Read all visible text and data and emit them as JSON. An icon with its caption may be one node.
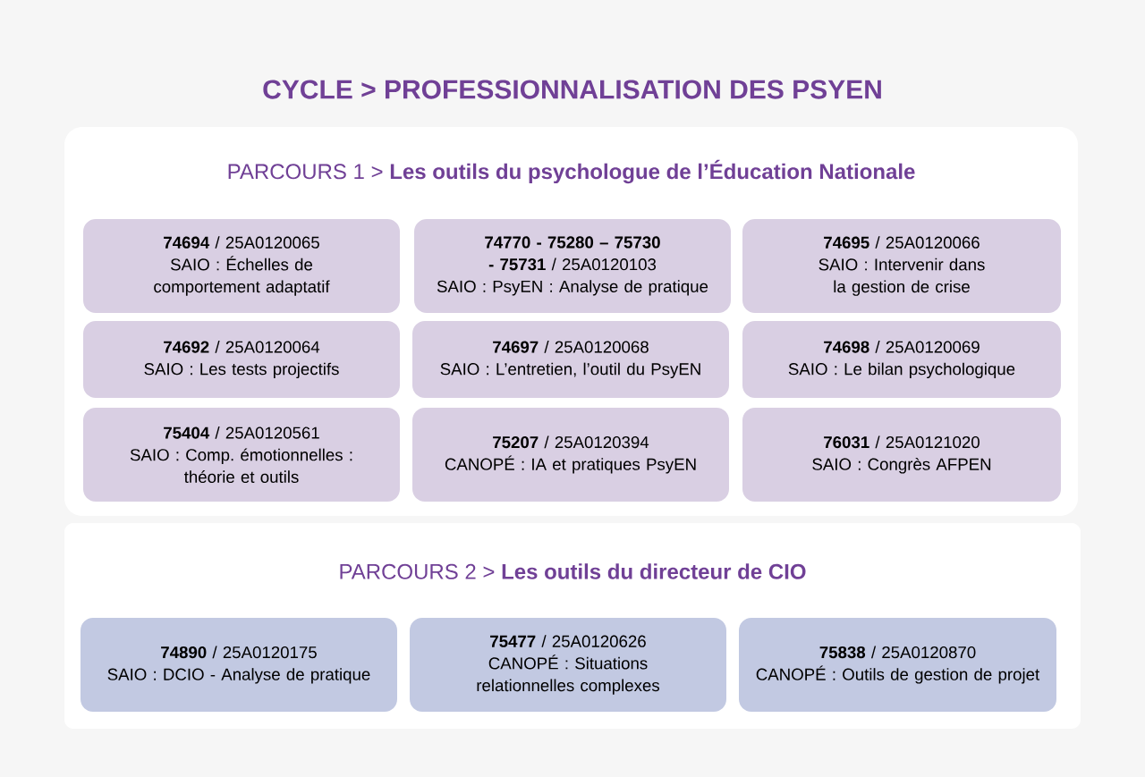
{
  "diagram": {
    "title": "**CYCLE** > **PROFESSIONNALISATION DES PSYEN**",
    "nodes": [
      {
        "text": [
          "PARCOURS 1 > **Les outils du psychologue de l’Éducation Nationale**"
        ]
      },
      {
        "text": [
          "**74694** / 25A0120065",
          "SAIO : Échelles de comportement adaptatif"
        ],
        "in": 0
      },
      {
        "text": [
          "**74770 - 75280 – 75730 - 75731** / 25A0120103",
          "SAIO : PsyEN : Analyse de pratique"
        ],
        "in": 0
      },
      {
        "text": [
          "**74695** / 25A0120066",
          "SAIO : Intervenir dans la gestion de crise"
        ],
        "in": 0
      },
      {
        "text": [
          "**74692** / 25A0120064",
          "SAIO : Les tests projectifs"
        ],
        "in": 0
      },
      {
        "text": [
          "**74697** / 25A0120068",
          "SAIO : L’entretien, l’outil du PsyEN"
        ],
        "in": 0
      },
      {
        "text": [
          "**74698** / 25A0120069",
          "SAIO : Le bilan psychologique"
        ],
        "in": 0
      },
      {
        "text": [
          "**75404** / 25A0120561",
          "SAIO : Comp. émotionnelles : théorie et outils"
        ],
        "in": 0
      },
      {
        "text": [
          "**75207** / 25A0120394",
          "CANOPÉ : IA et pratiques PsyEN"
        ],
        "in": 0
      },
      {
        "text": [
          "**76031** / 25A0121020",
          "SAIO : Congrès AFPEN"
        ],
        "in": 0
      },
      {
        "text": [
          "PARCOURS 2 > **Les outils du directeur de CIO**"
        ]
      },
      {
        "text": [
          "**74890** / 25A0120175",
          "SAIO : DCIO - Analyse de pratique"
        ],
        "in": 10
      },
      {
        "text": [
          "**75477** / 25A0120626",
          "CANOPÉ : Situations relationnelles complexes"
        ],
        "in": 10
      },
      {
        "text": [
          "**75838** / 25A0120870",
          "CANOPÉ : Outils de gestion de projet"
        ],
        "in": 10
      }
    ]
  }
}
